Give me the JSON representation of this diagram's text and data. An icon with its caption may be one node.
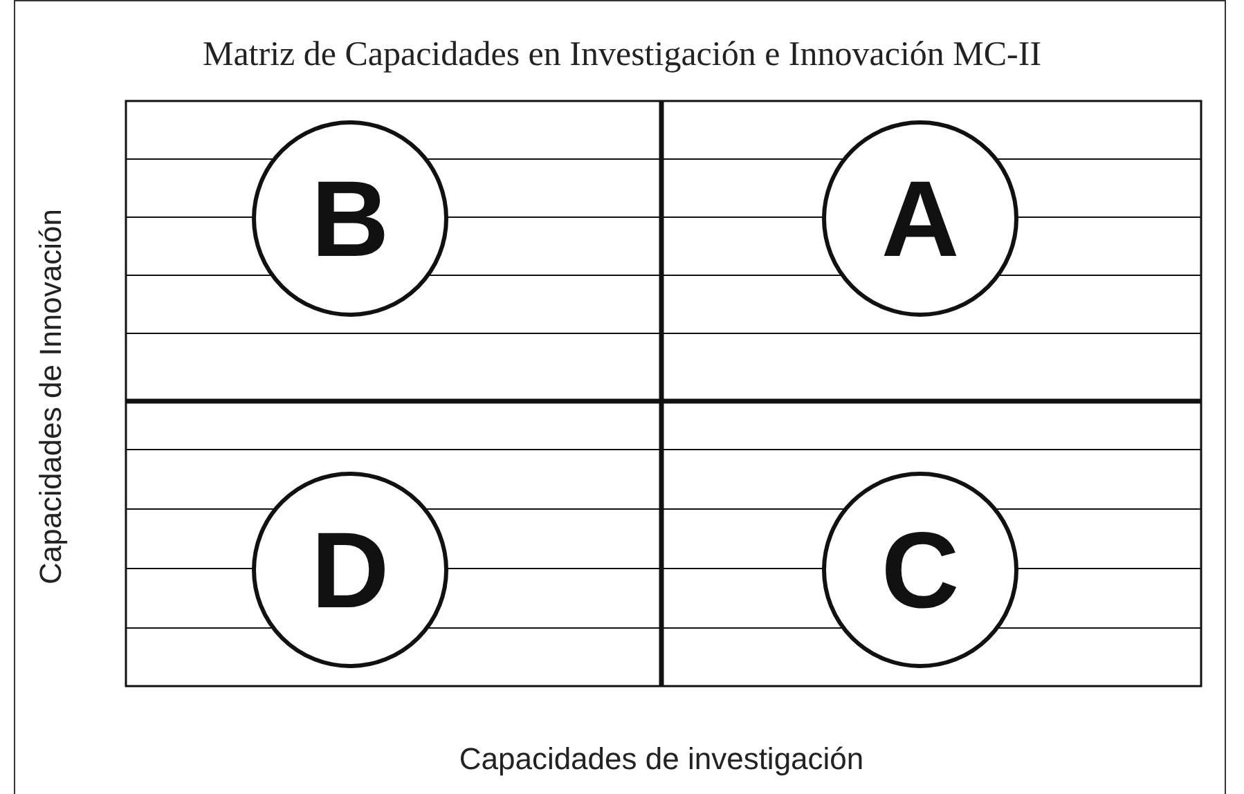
{
  "diagram": {
    "title": "Matriz de Capacidades en Investigación e Innovación MC-II",
    "nodes": [
      {
        "text": [
          "B"
        ]
      },
      {
        "text": [
          "A"
        ]
      },
      {
        "text": [
          "D"
        ]
      },
      {
        "text": [
          "C"
        ]
      }
    ],
    "labels": [
      "Capacidades de Innovación",
      "Capacidades de investigación"
    ]
  }
}
